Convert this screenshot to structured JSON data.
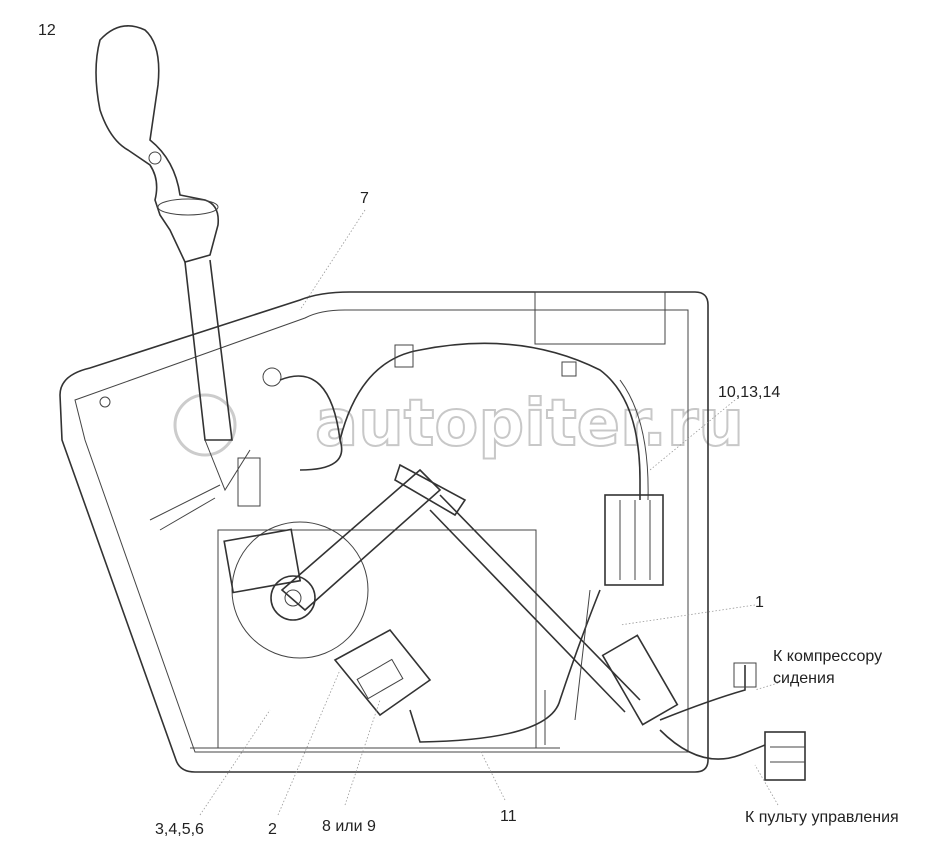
{
  "title": "Lever assembly wiring diagram",
  "callouts": {
    "c12": "12",
    "c7": "7",
    "c10_13_14": "10,13,14",
    "c1": "1",
    "c3_4_5_6": "3,4,5,6",
    "c2": "2",
    "c8_or_9": "8 или 9",
    "c11": "11"
  },
  "connections": {
    "compressor_line1": "К компрессору",
    "compressor_line2": "сидения",
    "control_panel": "К пульту управления"
  },
  "watermark": "autopiter.ru"
}
